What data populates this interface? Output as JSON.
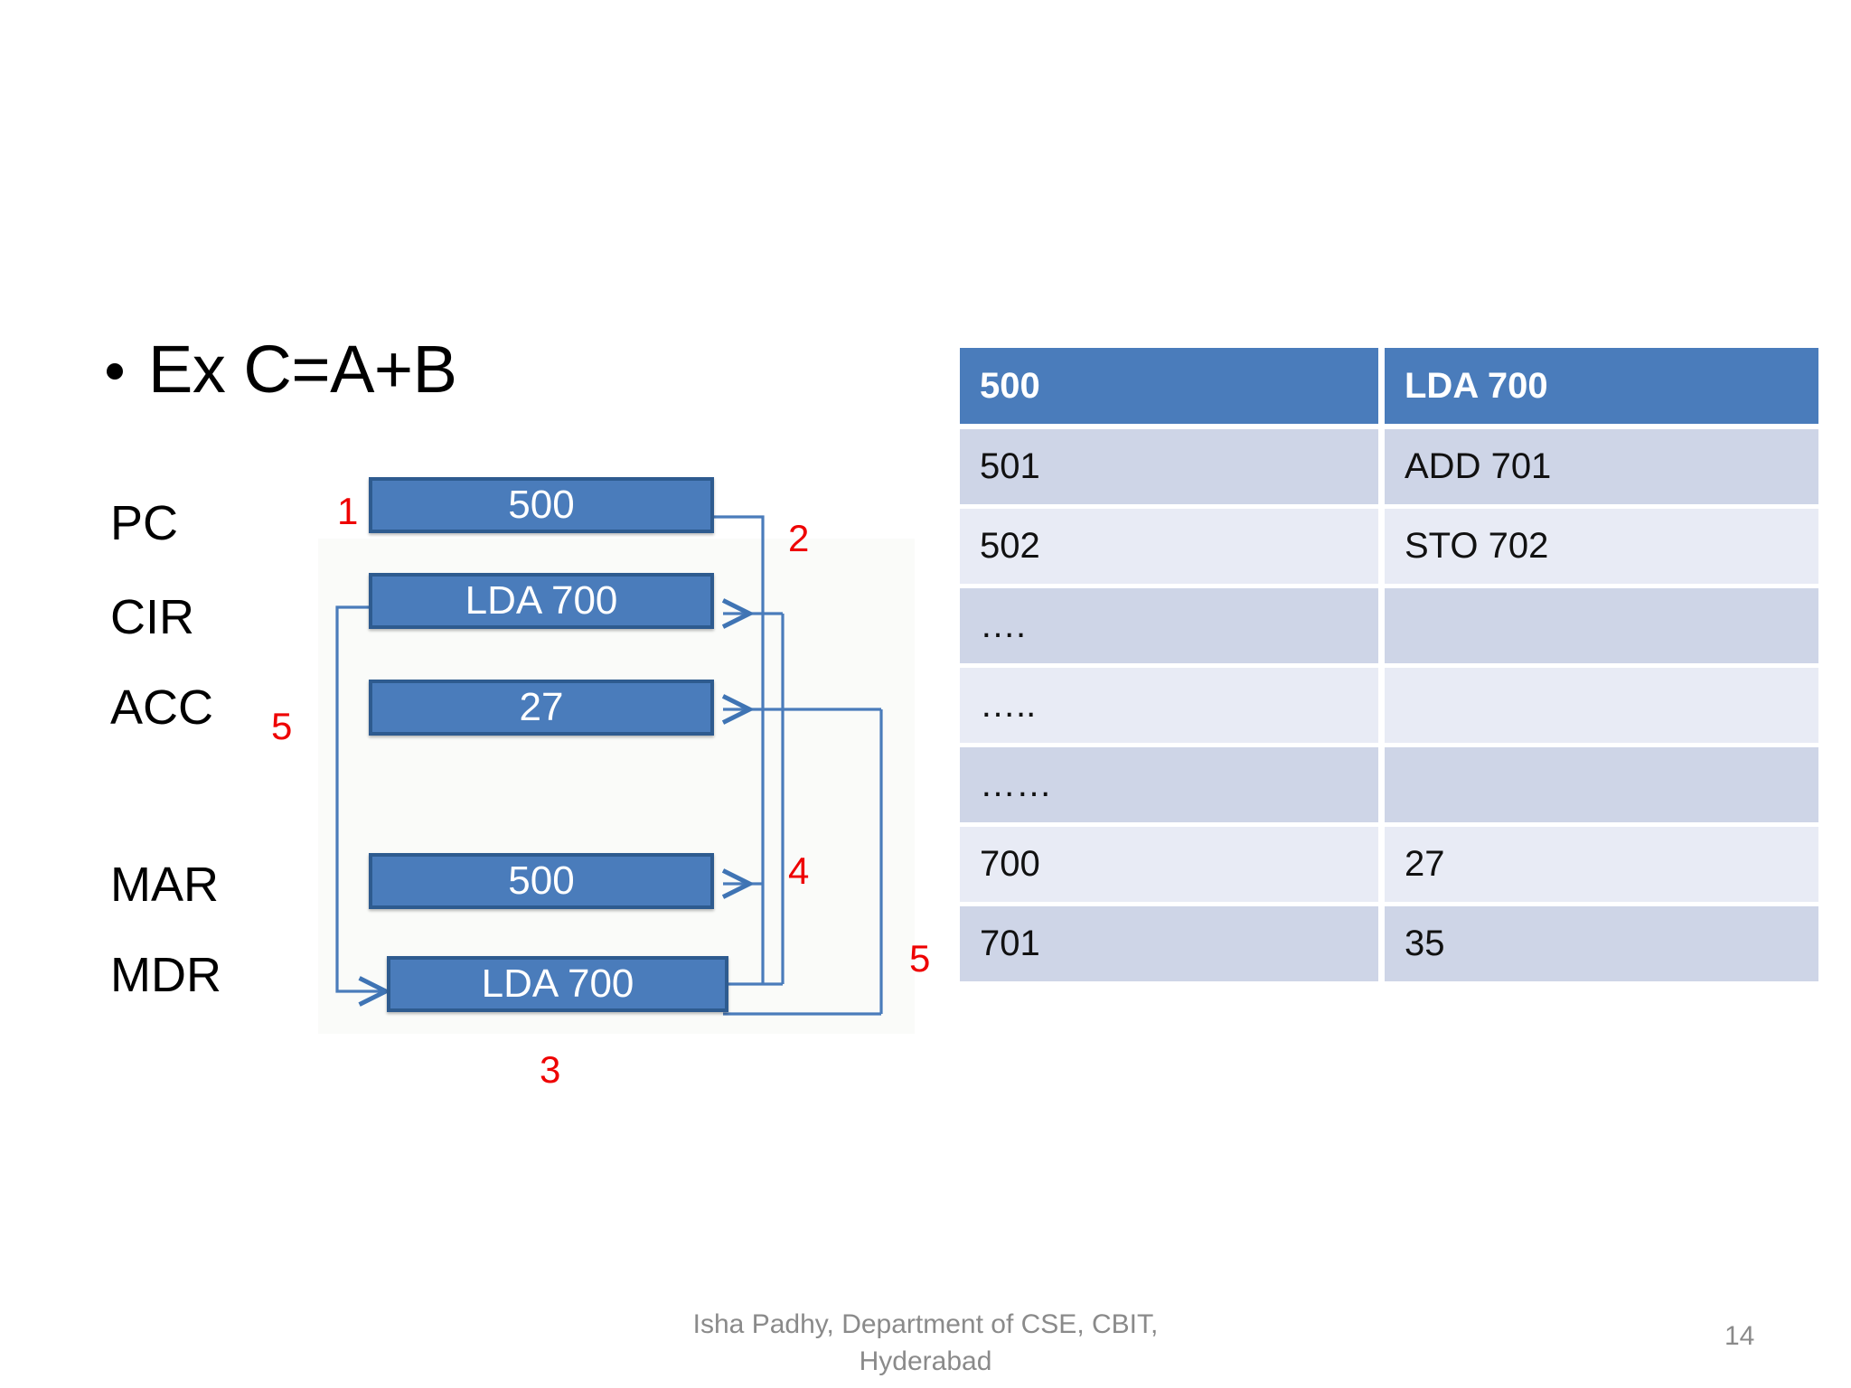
{
  "slide": {
    "title": "Ex C=A+B",
    "bullet_glyph": "•"
  },
  "registers": [
    {
      "name": "PC",
      "label": "PC",
      "value": "500"
    },
    {
      "name": "CIR",
      "label": "CIR",
      "value": "LDA 700"
    },
    {
      "name": "ACC",
      "label": "ACC",
      "value": "27"
    },
    {
      "name": "MAR",
      "label": "MAR",
      "value": "500"
    },
    {
      "name": "MDR",
      "label": "MDR",
      "value": "LDA 700"
    }
  ],
  "steps": [
    {
      "id": "step-1",
      "label": "1"
    },
    {
      "id": "step-2",
      "label": "2"
    },
    {
      "id": "step-3",
      "label": "3"
    },
    {
      "id": "step-4",
      "label": "4"
    },
    {
      "id": "step-5-left",
      "label": "5"
    },
    {
      "id": "step-5-right",
      "label": "5"
    }
  ],
  "memory_table": {
    "headers": [
      "500",
      "LDA 700"
    ],
    "rows": [
      [
        "501",
        "ADD 701"
      ],
      [
        "502",
        "STO 702"
      ],
      [
        "….",
        ""
      ],
      [
        "…..",
        ""
      ],
      [
        "……",
        ""
      ],
      [
        "700",
        "27"
      ],
      [
        "701",
        "35"
      ]
    ]
  },
  "footer": {
    "line1": "Isha Padhy, Department of CSE, CBIT,",
    "line2": "Hyderabad",
    "page_number": "14"
  },
  "colors": {
    "box_fill": "#4a7cbb",
    "box_border": "#2e5b8f",
    "connector": "#4a7cbb",
    "step_number": "#ee0000",
    "table_header": "#4a7cbb",
    "table_band_a": "#ced5e7",
    "table_band_b": "#e8ebf5",
    "footer_text": "#8a8a8a"
  }
}
